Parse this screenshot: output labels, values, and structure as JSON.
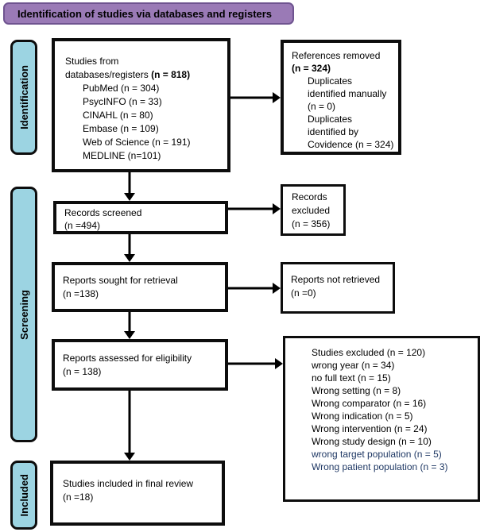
{
  "banner": {
    "title": "Identification of studies via databases and registers"
  },
  "colors": {
    "banner_fill": "#9a7ab6",
    "banner_border": "#6f5490",
    "sidebar_fill": "#9cd4e2",
    "navy_text": "#1f3864"
  },
  "sidebar": {
    "identification": "Identification",
    "screening": "Screening",
    "included": "Included"
  },
  "boxes": {
    "studies_from": {
      "line1": "Studies from",
      "line2": "databases/registers",
      "line2_bold": "(n = 818)",
      "items": [
        "PubMed (n = 304)",
        "PsycINFO (n = 33)",
        "CINAHL (n = 80)",
        "Embase (n = 109)",
        "Web of Science (n = 191)",
        "MEDLINE (n=101)"
      ]
    },
    "references_removed": {
      "line1": "References removed",
      "line2_bold": "(n = 324)",
      "items": [
        "Duplicates",
        "identified manually",
        "(n = 0)",
        "Duplicates",
        "identified by",
        "Covidence (n = 324)"
      ]
    },
    "records_screened": {
      "line1": "Records screened",
      "line2": "(n =494)"
    },
    "records_excluded": {
      "items": [
        "Records",
        "excluded",
        "(n = 356)"
      ]
    },
    "reports_sought": {
      "line1": "Reports sought for retrieval",
      "line2": "(n =138)"
    },
    "reports_not_retrieved": {
      "line1": "Reports not retrieved",
      "line2": "(n =0)"
    },
    "reports_assessed": {
      "line1": "Reports assessed for eligibility",
      "line2": "(n = 138)"
    },
    "studies_excluded": {
      "items": [
        {
          "text": "Studies excluded (n = 120)"
        },
        {
          "text": "wrong year (n = 34)"
        },
        {
          "text": "no full text (n = 15)"
        },
        {
          "text": "Wrong setting (n = 8)"
        },
        {
          "text": "Wrong comparator (n = 16)"
        },
        {
          "text": "Wrong indication (n = 5)"
        },
        {
          "text": "Wrong intervention (n = 24)"
        },
        {
          "text": "Wrong study design (n = 10)"
        },
        {
          "text": "wrong target population (n = 5)",
          "color": "#1f3864"
        },
        {
          "text": "Wrong patient population (n = 3)",
          "color": "#1f3864"
        }
      ]
    },
    "studies_included": {
      "line1": "Studies included in final review",
      "line2": "(n =18)"
    }
  }
}
